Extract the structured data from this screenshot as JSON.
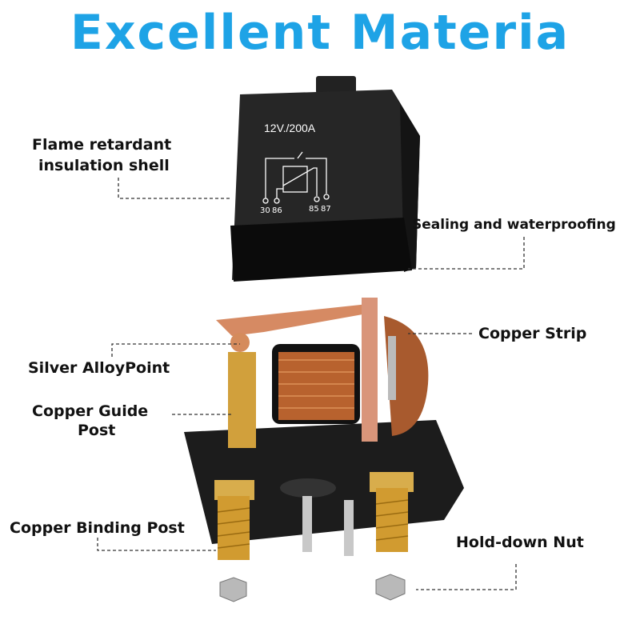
{
  "title": "Excellent Materia",
  "relay_face": {
    "rating": "12V./200A",
    "pins": [
      "30",
      "86",
      "85",
      "87"
    ]
  },
  "labels": {
    "flame_line1": "Flame retardant",
    "flame_line2": "insulation shell",
    "sealing": "Sealing and waterproofing",
    "copper_strip": "Copper Strip",
    "silver_point": "Silver AlloyPoint",
    "guide_line1": "Copper Guide",
    "guide_line2": "Post",
    "binding_post": "Copper Binding Post",
    "hold_down_nut": "Hold-down Nut"
  },
  "colors": {
    "title": "#1ea3e6",
    "copper": "#c8744a",
    "brass": "#d4a640",
    "shell": "#1b1b1b"
  }
}
